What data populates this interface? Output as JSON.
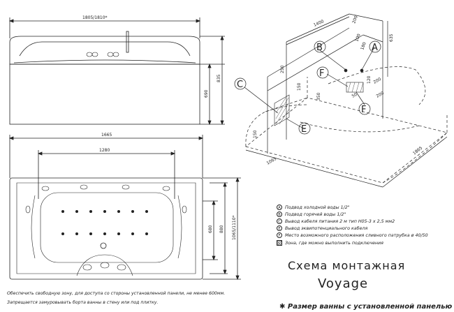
{
  "dimensions": {
    "front_width": "1805/1810*",
    "front_height_690": "690",
    "front_height_835": "835",
    "top_width": "1665",
    "top_inner": "1280",
    "top_depth_680": "680",
    "top_depth_880": "880",
    "top_depth_total": "1065/1110*",
    "iso_1400": "1400",
    "iso_200": "200",
    "iso_100": "100",
    "iso_180": "180",
    "iso_250": "250",
    "iso_350": "350",
    "iso_150": "150",
    "iso_50": "50",
    "iso_120": "120",
    "iso_200b": "200",
    "iso_635": "635",
    "iso_1865": "1865",
    "iso_1065": "1065"
  },
  "callouts": {
    "a": "A",
    "b": "B",
    "c": "C",
    "e": "E",
    "f1": "F",
    "f2": "F"
  },
  "legend": [
    {
      "marker": "A",
      "text": "Подвод холодной воды 1/2\""
    },
    {
      "marker": "B",
      "text": "Подвод горячей воды 1/2\""
    },
    {
      "marker": "C",
      "text": "Вывод кабеля питания  2 м тип H05-3 x 2,5 мм2"
    },
    {
      "marker": "E",
      "text": "Вывод эквипотенциального кабеля"
    },
    {
      "marker": "F",
      "text": "Место возможного расположения сливного патрубка ø 40/50"
    },
    {
      "marker": "",
      "text": "Зона, где можно выполнить  подключения"
    }
  ],
  "title": {
    "line1": "Схема  монтажная",
    "line2": "Voyage"
  },
  "notes": {
    "line1": "Обеспечить свободную зону, для доступа со стороны установленной панели, не менее 600мм.",
    "line2": "Запрещается замуровывать борта ванны в стену или под плитку."
  },
  "footnote": "✱ Размер ванны с установленной панелью"
}
